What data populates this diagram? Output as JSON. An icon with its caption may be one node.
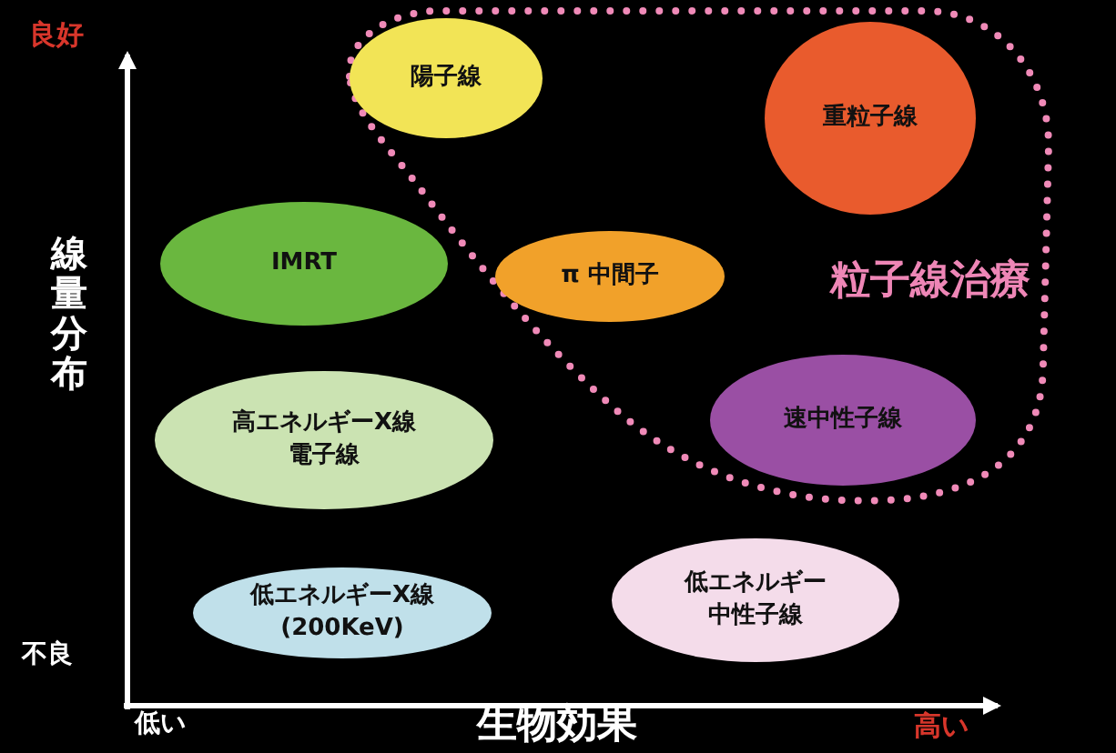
{
  "diagram": {
    "nodes": [
      {
        "text": [
          "粒子線治療"
        ]
      },
      {
        "text": [
          "陽子線"
        ],
        "in": 0
      },
      {
        "text": [
          "重粒子線"
        ],
        "in": 0
      },
      {
        "text": [
          "IMRT"
        ]
      },
      {
        "text": [
          "π 中間子"
        ],
        "in": 0
      },
      {
        "text": [
          "高エネルギーX線電子線"
        ]
      },
      {
        "text": [
          "速中性子線"
        ],
        "in": 0
      },
      {
        "text": [
          "低エネルギーX線(200KeV)"
        ]
      },
      {
        "text": [
          "低エネルギー中性子線"
        ]
      }
    ],
    "labels": [
      "良好",
      "線量分布",
      "不良",
      "低い",
      "生物効果",
      "高い"
    ]
  }
}
